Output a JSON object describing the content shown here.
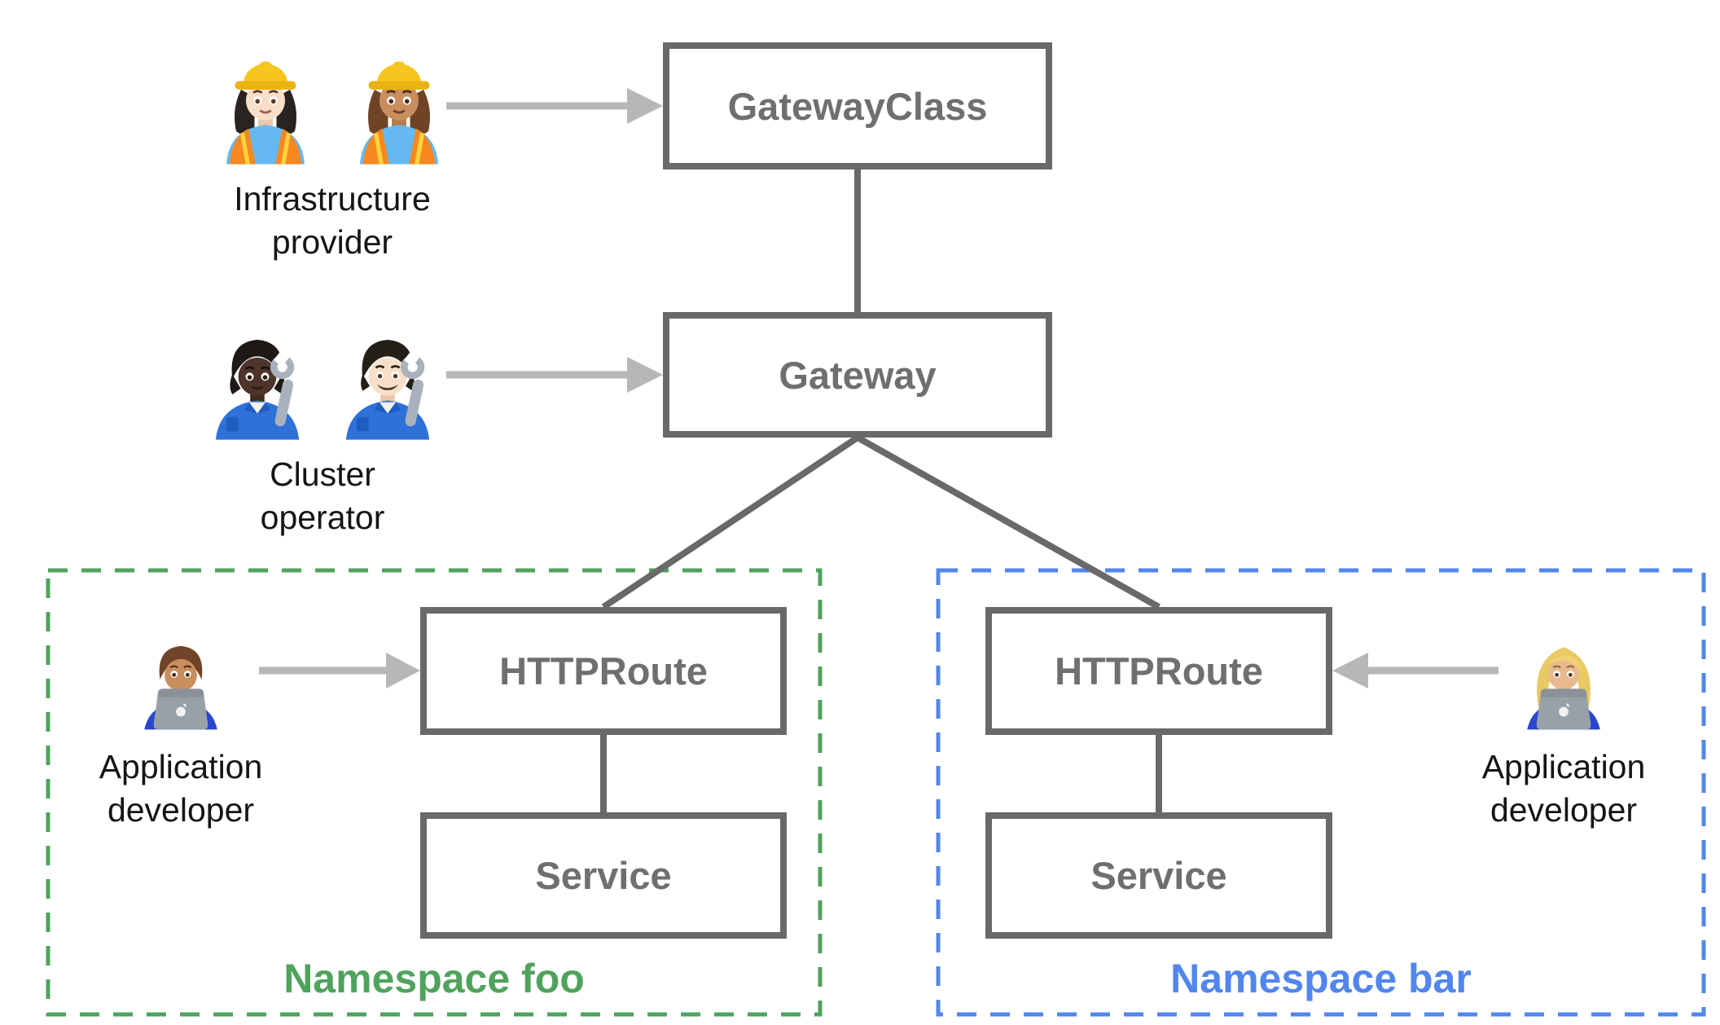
{
  "nodes": {
    "gateway_class": {
      "label": "GatewayClass"
    },
    "gateway": {
      "label": "Gateway"
    },
    "httproute_foo": {
      "label": "HTTPRoute"
    },
    "service_foo": {
      "label": "Service"
    },
    "httproute_bar": {
      "label": "HTTPRoute"
    },
    "service_bar": {
      "label": "Service"
    }
  },
  "namespaces": {
    "foo": {
      "label": "Namespace foo",
      "color": "#4FA35C"
    },
    "bar": {
      "label": "Namespace bar",
      "color": "#5186EC"
    }
  },
  "personas": {
    "infrastructure_provider": {
      "line1": "Infrastructure",
      "line2": "provider",
      "icons": [
        "woman-construction-worker-light-icon",
        "woman-construction-worker-medium-icon"
      ]
    },
    "cluster_operator": {
      "line1": "Cluster",
      "line2": "operator",
      "icons": [
        "mechanic-dark-icon",
        "man-mechanic-light-icon"
      ]
    },
    "application_developer_foo": {
      "line1": "Application",
      "line2": "developer",
      "icons": [
        "man-technologist-icon"
      ]
    },
    "application_developer_bar": {
      "line1": "Application",
      "line2": "developer",
      "icons": [
        "woman-technologist-icon"
      ]
    }
  },
  "colors": {
    "background": "#FFFFFF",
    "node_border": "#696969",
    "node_text": "#6F6F6F",
    "connector": "#696969",
    "arrow": "#B7B7B7",
    "namespace_foo": "#4FA35C",
    "namespace_bar": "#5186EC",
    "persona_text": "#151515"
  }
}
